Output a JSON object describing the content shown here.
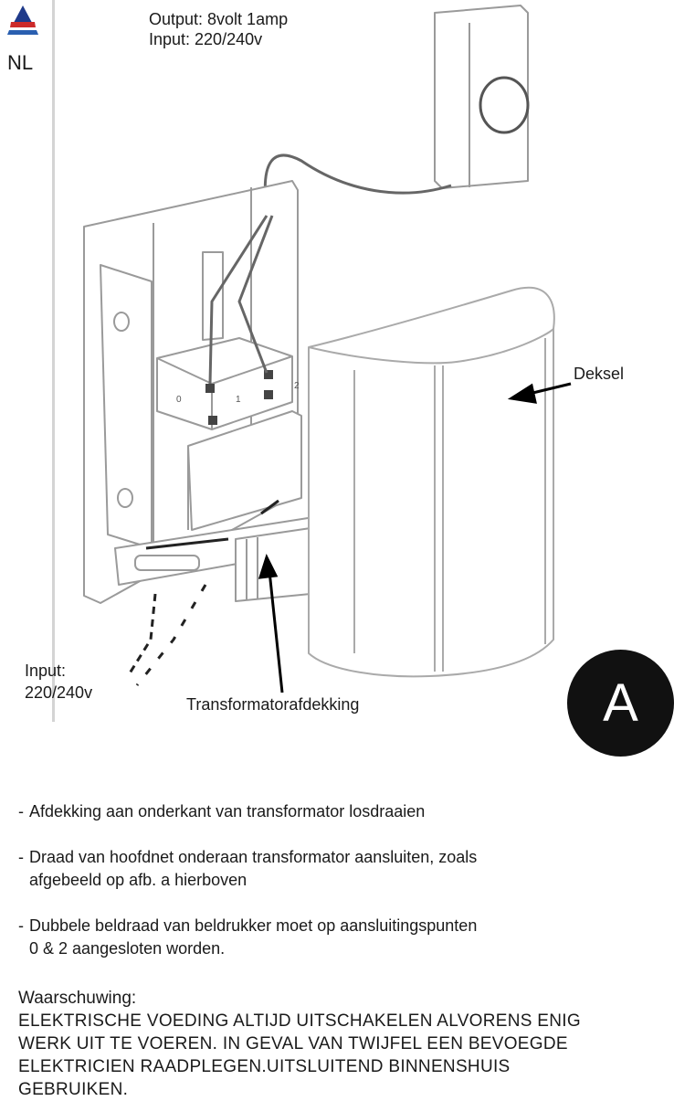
{
  "header": {
    "language_code": "NL",
    "flag_icon": "netherlands-flag-bell-icon",
    "spec_output": "Output: 8volt 1amp",
    "spec_input": "Input: 220/240v"
  },
  "diagram": {
    "labels": {
      "cover": "Deksel",
      "input_line1": "Input:",
      "input_line2": "220/240v",
      "transformer_cover": "Transformatorafdekking"
    },
    "terminal_labels": [
      "0",
      "1",
      "2"
    ],
    "figure_badge": "A"
  },
  "instructions": {
    "steps": [
      {
        "bullet": "-",
        "lines": [
          "Afdekking aan onderkant van transformator losdraaien"
        ]
      },
      {
        "bullet": "-",
        "lines": [
          "Draad van hoofdnet onderaan transformator aansluiten, zoals",
          "afgebeeld op afb. a hierboven"
        ]
      },
      {
        "bullet": "-",
        "lines": [
          "Dubbele beldraad van beldrukker moet op aansluitingspunten",
          "0 & 2 aangesloten worden."
        ]
      }
    ]
  },
  "warning": {
    "title": "Waarschuwing:",
    "lines": [
      "ELEKTRISCHE VOEDING ALTIJD UITSCHAKELEN ALVORENS ENIG",
      "WERK UIT TE VOEREN. IN GEVAL VAN TWIJFEL EEN BEVOEGDE",
      "ELEKTRICIEN RAADPLEGEN.UITSLUITEND BINNENSHUIS",
      "GEBRUIKEN."
    ]
  }
}
